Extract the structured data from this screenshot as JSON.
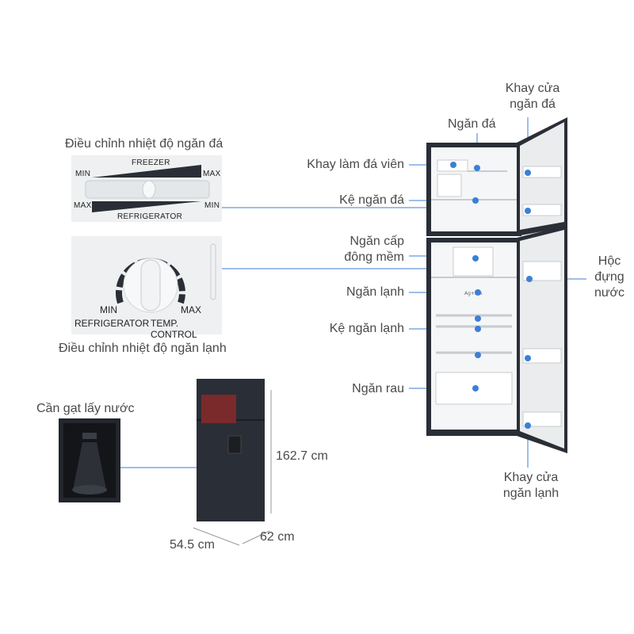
{
  "colors": {
    "accent": "#3b7fd6",
    "fridge_body": "#2a2e36",
    "panel_bg": "#eef0f1"
  },
  "labels": {
    "khay_cua_ngan_da_1": "Khay cửa",
    "khay_cua_ngan_da_2": "ngăn đá",
    "ngan_da": "Ngăn đá",
    "khay_lam_da_vien": "Khay làm đá viên",
    "ke_ngan_da": "Kệ ngăn đá",
    "ngan_cap_dong_mem_1": "Ngăn cấp",
    "ngan_cap_dong_mem_2": "đông mềm",
    "hoc_dung_nuoc_1": "Hộc",
    "hoc_dung_nuoc_2": "đựng",
    "hoc_dung_nuoc_3": "nước",
    "ngan_lanh": "Ngăn lạnh",
    "ke_ngan_lanh": "Kệ ngăn lạnh",
    "ngan_rau": "Ngăn rau",
    "khay_cua_ngan_lanh_1": "Khay cửa",
    "khay_cua_ngan_lanh_2": "ngăn lạnh",
    "dieu_chinh_ngan_da": "Điều chỉnh nhiệt độ ngăn đá",
    "dieu_chinh_ngan_lanh": "Điều chỉnh nhiệt độ ngăn lạnh",
    "can_gat_lay_nuoc": "Cần gạt lấy nước"
  },
  "freezer_panel": {
    "freezer": "FREEZER",
    "refrigerator": "REFRIGERATOR",
    "min_left": "MIN",
    "max_right": "MAX",
    "max_left": "MAX",
    "min_right": "MIN"
  },
  "fridge_panel": {
    "min": "MIN",
    "max": "MAX",
    "refrigerator": "REFRIGERATOR",
    "temp_control": "TEMP. CONTROL"
  },
  "dimensions": {
    "height": "162.7 cm",
    "width": "54.5 cm",
    "depth": "62 cm"
  },
  "icons": [
    "callout-dot",
    "temperature-dial-icon",
    "slider-knob-icon",
    "water-lever-icon"
  ]
}
